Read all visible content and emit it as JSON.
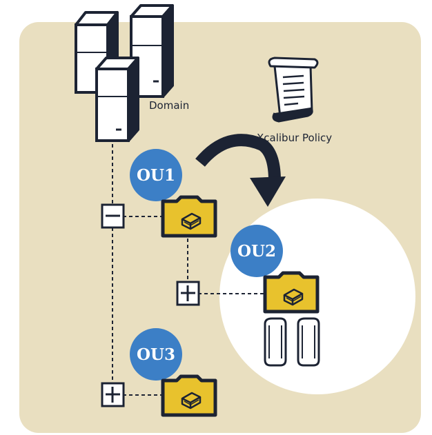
{
  "domain": {
    "label": "Domain"
  },
  "policy": {
    "label": "Xcalibur Policy"
  },
  "ous": [
    {
      "id": "OU1",
      "expanded": true
    },
    {
      "id": "OU2",
      "expanded": false
    },
    {
      "id": "OU3",
      "expanded": false
    }
  ],
  "colors": {
    "panel": "#e9dfc0",
    "ou_badge": "#3c7fc6",
    "folder": "#e8c22d",
    "outline": "#1c2333",
    "highlight_circle": "#ffffff"
  },
  "icons": {
    "servers": "server-cluster-icon",
    "policy": "scroll-document-icon",
    "arrow": "curved-arrow-icon",
    "folder": "folder-with-policy-icon",
    "computers": "computer-tower-icon"
  }
}
